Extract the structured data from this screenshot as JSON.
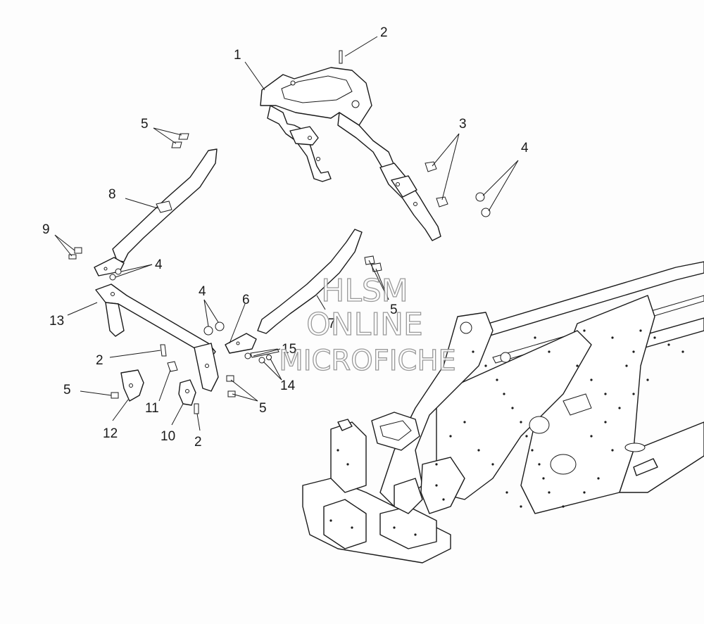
{
  "watermark": {
    "line1": "HLSM",
    "line2": "ONLINE",
    "line3": "MICROFICHE"
  },
  "callouts": {
    "c1": "1",
    "c2_top": "2",
    "c3": "3",
    "c4_right": "4",
    "c5_top": "5",
    "c8": "8",
    "c9": "9",
    "c4_left": "4",
    "c13": "13",
    "c4_mid": "4",
    "c6": "6",
    "c7": "7",
    "c5_mid": "5",
    "c15": "15",
    "c14": "14",
    "c2_mid": "2",
    "c5_left": "5",
    "c11": "11",
    "c12": "12",
    "c10": "10",
    "c2_bottom": "2",
    "c5_bottom": "5"
  },
  "colors": {
    "line": "#1a1a1a",
    "watermark_stroke": "#888888"
  }
}
